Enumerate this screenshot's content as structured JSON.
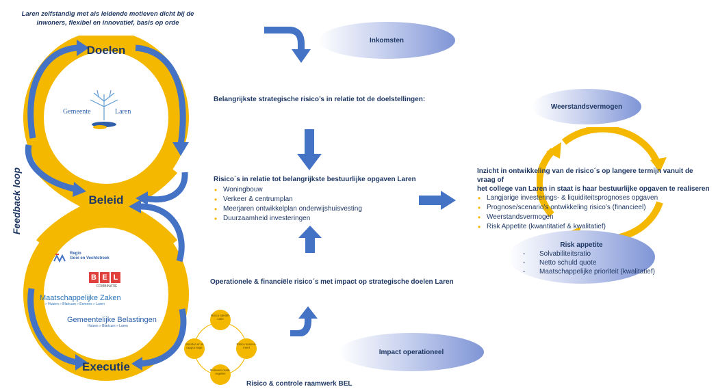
{
  "intro_text": "Laren zelfstandig met als leidende motieven dicht bij de inwoners, flexibel en innovatief, basis op orde",
  "infinity": {
    "top_label": "Doelen",
    "middle_label": "Beleid",
    "bottom_label": "Executie",
    "side_label": "Feedback loop"
  },
  "logos": {
    "gemeente_laren": {
      "part1": "Gemeente",
      "part2": "Laren"
    },
    "regio": {
      "line1": "Regio",
      "line2": "Gooi en Vechtstreek"
    },
    "bel": {
      "letters": [
        "B",
        "E",
        "L"
      ],
      "sub": "COMBINATIE"
    },
    "maatschappelijke_zaken": {
      "title": "Maatschappelijke Zaken",
      "sub": "» Huizen » Blaricum » Eemnes » Laren"
    },
    "gemeentelijke_belastingen": {
      "title": "Gemeentelijke Belastingen",
      "sub": "Huizen » Blaricum » Laren"
    }
  },
  "ellipses": {
    "inkomsten": "Inkomsten",
    "weerstandsvermogen": "Weerstandsvermogen",
    "impact_operationeel": "Impact operationeel"
  },
  "strategic_title": "Belangrijkste strategische risico’s in relatie tot de doelstellingen:",
  "bestuurlijk": {
    "title": "Risico´s in relatie tot belangrijkste bestuurlijke opgaven Laren",
    "items": [
      "Woningbouw",
      "Verkeer & centrumplan",
      "Meerjaren ontwikkelplan onderwijshuisvesting",
      "Duurzaamheid investeringen"
    ]
  },
  "operationeel_title": "Operationele & financiële risico´s met impact op strategische doelen Laren",
  "inzicht": {
    "line1": "Inzicht in ontwikkeling van de risico´s op langere termijn vanuit de vraag of",
    "line2": "het college van Laren in staat is haar bestuurlijke opgaven te realiseren",
    "items": [
      "Langjarige investerings- & liquiditeitsprognoses opgaven",
      "Prognose/scenario’s ontwikkeling risico’s (financieel)",
      "Weerstandsvermogen",
      "Risk Appetite (kwantitatief & kwalitatief)"
    ]
  },
  "risk_appetite": {
    "title": "Risk appetite",
    "items": [
      "Solvabiliteitsratio",
      "Netto schuld quote",
      "Maatschappelijke prioriteit (kwalitatief)"
    ]
  },
  "cycle": {
    "nodes": [
      "Risico identifi-catie",
      "Risico assess-ment",
      "Beheers-maat-regelen",
      "Monitor-en & rappor-tage"
    ],
    "caption": "Risico & controle raamwerk BEL"
  },
  "colors": {
    "gold": "#f5b800",
    "blue_arrow": "#4472c4",
    "text_navy": "#1f3864"
  }
}
